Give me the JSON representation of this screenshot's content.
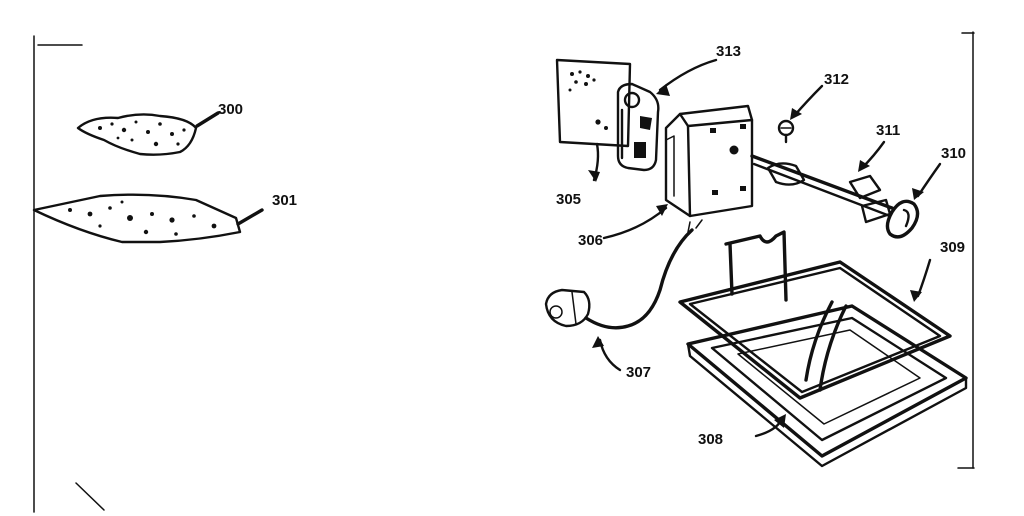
{
  "diagram": {
    "parts": [
      {
        "id": "p300",
        "label": "300"
      },
      {
        "id": "p301",
        "label": "301"
      },
      {
        "id": "p305",
        "label": "305"
      },
      {
        "id": "p306",
        "label": "306"
      },
      {
        "id": "p307",
        "label": "307"
      },
      {
        "id": "p308",
        "label": "308"
      },
      {
        "id": "p309",
        "label": "309"
      },
      {
        "id": "p310",
        "label": "310"
      },
      {
        "id": "p311",
        "label": "311"
      },
      {
        "id": "p312",
        "label": "312"
      },
      {
        "id": "p313",
        "label": "313"
      }
    ]
  },
  "colors": {
    "ink": "#111111",
    "background": "#ffffff"
  }
}
